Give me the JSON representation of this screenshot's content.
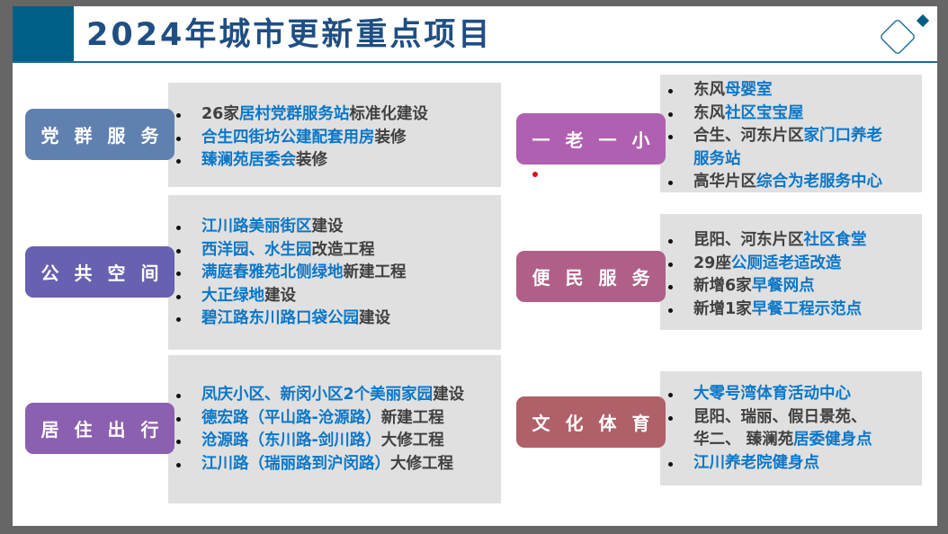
{
  "title": "2024年城市更新重点项目",
  "colors": {
    "header_block": "#005f86",
    "title_text": "#1f4e82",
    "highlight_text": "#0b77c8",
    "body_text": "#404040",
    "box_bg": "#e0e0e0"
  },
  "icons": {
    "header_decoration": "diamond-icon"
  },
  "categories": [
    {
      "label": "党群服务",
      "color": "#6080b0",
      "items": [
        [
          {
            "t": "26家",
            "h": false
          },
          {
            "t": "居村党群服务站",
            "h": true
          },
          {
            "t": "标准化建设",
            "h": false
          }
        ],
        [
          {
            "t": "合生四街坊公建配套用房",
            "h": true
          },
          {
            "t": "装修",
            "h": false
          }
        ],
        [
          {
            "t": "臻澜苑居委会",
            "h": true
          },
          {
            "t": "装修",
            "h": false
          }
        ]
      ]
    },
    {
      "label": "公共空间",
      "color": "#6860b0",
      "items": [
        [
          {
            "t": "江川路美丽街区",
            "h": true
          },
          {
            "t": "建设",
            "h": false
          }
        ],
        [
          {
            "t": "西洋园、水生园",
            "h": true
          },
          {
            "t": "改造工程",
            "h": false
          }
        ],
        [
          {
            "t": "满庭春雅苑北侧绿地",
            "h": true
          },
          {
            "t": "新建工程",
            "h": false
          }
        ],
        [
          {
            "t": "大正绿地",
            "h": true
          },
          {
            "t": "建设",
            "h": false
          }
        ],
        [
          {
            "t": "碧江路东川路口袋公园",
            "h": true
          },
          {
            "t": "建设",
            "h": false
          }
        ]
      ]
    },
    {
      "label": "居住出行",
      "color": "#8c60b0",
      "items": [
        [
          {
            "t": "凤庆小区、新闵小区2个美丽家园",
            "h": true
          },
          {
            "t": "建设",
            "h": false
          }
        ],
        [
          {
            "t": "德宏路（平山路-沧源路）",
            "h": true
          },
          {
            "t": "新建工程",
            "h": false
          }
        ],
        [
          {
            "t": "沧源路（东川路-剑川路）",
            "h": true
          },
          {
            "t": "大修工程",
            "h": false
          }
        ],
        [
          {
            "t": "江川路（瑞丽路到沪闵路）",
            "h": true
          },
          {
            "t": "大修工程",
            "h": false
          }
        ]
      ]
    },
    {
      "label": "一老一小",
      "color": "#b060b0",
      "items": [
        [
          {
            "t": "东风",
            "h": false
          },
          {
            "t": "母婴室",
            "h": true
          }
        ],
        [
          {
            "t": "东风",
            "h": false
          },
          {
            "t": "社区宝宝屋",
            "h": true
          }
        ],
        [
          {
            "t": "合生、河东片区",
            "h": false
          },
          {
            "t": "家门口养老",
            "h": true
          }
        ],
        [
          {
            "t": "服务站",
            "h": true
          }
        ],
        [
          {
            "t": "高华片区",
            "h": false
          },
          {
            "t": "综合为老服务中心",
            "h": true
          }
        ]
      ]
    },
    {
      "label": "便民服务",
      "color": "#b06088",
      "items": [
        [
          {
            "t": "昆阳、河东片区",
            "h": false
          },
          {
            "t": "社区食堂",
            "h": true
          }
        ],
        [
          {
            "t": "29座",
            "h": false
          },
          {
            "t": "公厕适老适改造",
            "h": true
          }
        ],
        [
          {
            "t": "新增6家",
            "h": false
          },
          {
            "t": "早餐网点",
            "h": true
          }
        ],
        [
          {
            "t": "新增1家",
            "h": false
          },
          {
            "t": "早餐工程示范点",
            "h": true
          }
        ]
      ]
    },
    {
      "label": "文化体育",
      "color": "#b06068",
      "items": [
        [
          {
            "t": "大零号湾体育活动中心",
            "h": true
          }
        ],
        [
          {
            "t": "昆阳、瑞丽、假日景苑、",
            "h": false
          }
        ],
        [
          {
            "t": "华二、 臻澜苑",
            "h": false
          },
          {
            "t": "居委健身点",
            "h": true
          }
        ],
        [
          {
            "t": "江川养老院健身点",
            "h": true
          }
        ]
      ]
    }
  ]
}
